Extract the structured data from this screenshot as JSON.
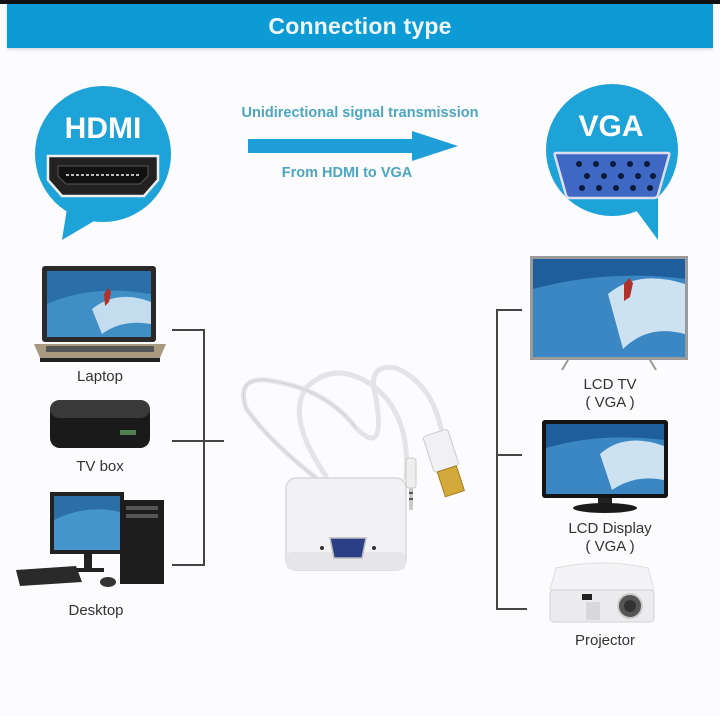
{
  "header": {
    "title": "Connection type"
  },
  "source": {
    "label": "HDMI",
    "icon": "hdmi-port-icon"
  },
  "target": {
    "label": "VGA",
    "icon": "vga-port-icon"
  },
  "signal": {
    "top_text": "Unidirectional signal transmission",
    "bottom_text": "From HDMI to VGA",
    "arrow_icon": "arrow-right-icon"
  },
  "inputs": [
    {
      "label": "Laptop",
      "icon": "laptop-icon"
    },
    {
      "label": "TV box",
      "icon": "tv-box-icon"
    },
    {
      "label": "Desktop",
      "icon": "desktop-icon"
    }
  ],
  "adapter": {
    "icon": "hdmi-to-vga-adapter-icon"
  },
  "outputs": [
    {
      "label": "LCD TV",
      "sub": "( VGA )",
      "icon": "lcd-tv-icon"
    },
    {
      "label": "LCD Display",
      "sub": "( VGA )",
      "icon": "lcd-display-icon"
    },
    {
      "label": "Projector",
      "icon": "projector-icon"
    }
  ],
  "colors": {
    "banner": "#0d9bd6",
    "bubble": "#1ea3d8",
    "signal_text": "#4ba6bf",
    "arrow": "#1f9fd8",
    "vga_blue": "#3e68c4"
  }
}
